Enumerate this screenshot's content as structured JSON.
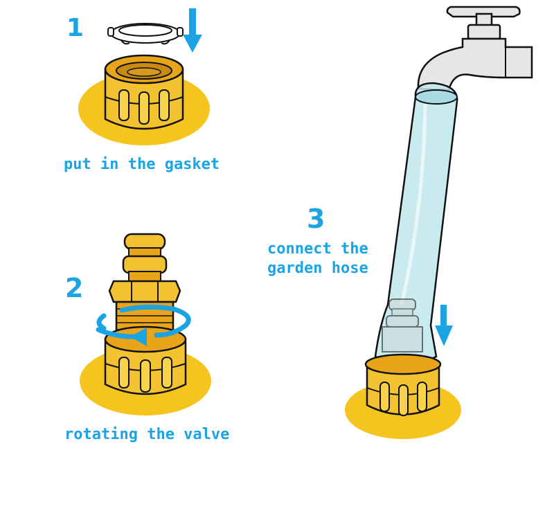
{
  "colors": {
    "accent_blue": "#1ba3e3",
    "brass_yellow": "#f2c230",
    "pad_yellow": "#f6c41f",
    "hose_blue": "#bfe6ec",
    "faucet_gray": "#e6e6e6",
    "outline": "#111111"
  },
  "steps": [
    {
      "number": "1",
      "caption": "put in the gasket"
    },
    {
      "number": "2",
      "caption": "rotating the valve"
    },
    {
      "number": "3",
      "caption": "connect the\ngarden hose"
    }
  ],
  "icons": [
    "down-arrow-icon",
    "rotation-arrow-icon",
    "down-arrow-icon"
  ]
}
